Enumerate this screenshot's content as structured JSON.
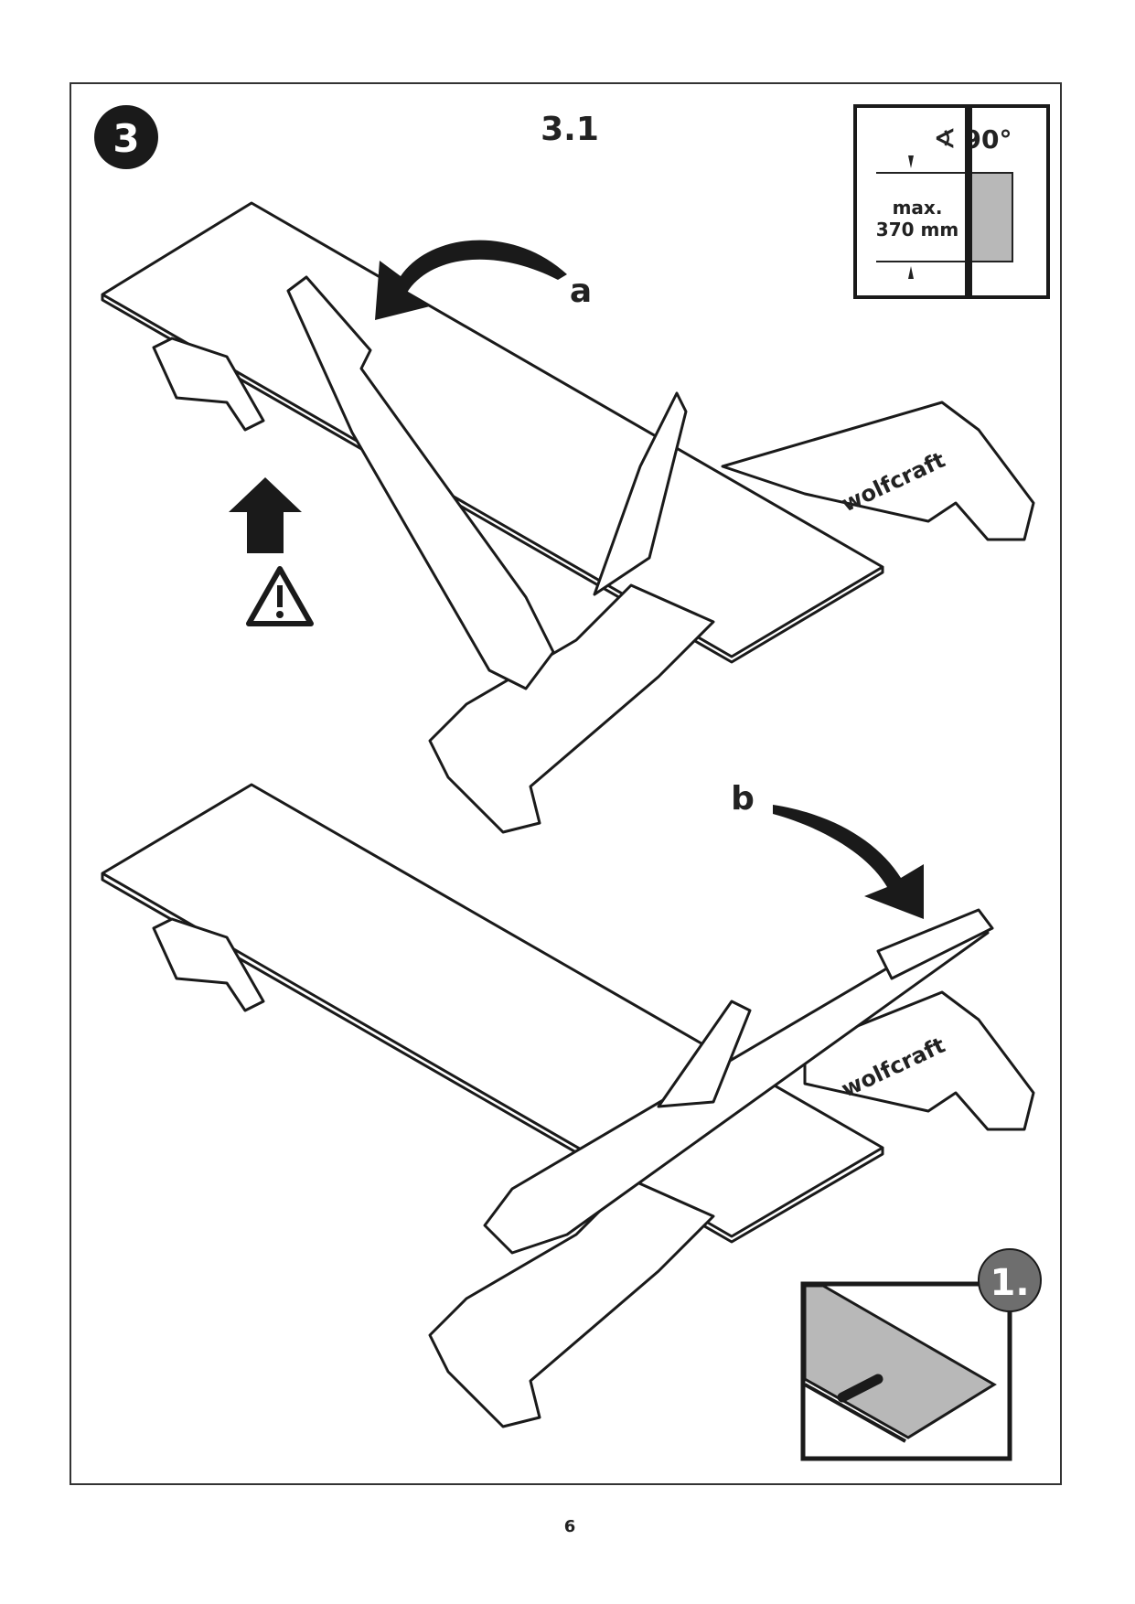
{
  "step": {
    "number": "3",
    "subtitle": "3.1"
  },
  "labels": {
    "a": "a",
    "b": "b"
  },
  "inset_top": {
    "angle": "90°",
    "max_line1": "max.",
    "max_line2": "370 mm"
  },
  "inset_bottom": {
    "badge": "1."
  },
  "brand_text": "wolfcraft",
  "page_number": "6",
  "colors": {
    "line": "#1a1a1a",
    "gray_fill": "#b8b8b8",
    "badge_gray": "#6e6e6e"
  }
}
